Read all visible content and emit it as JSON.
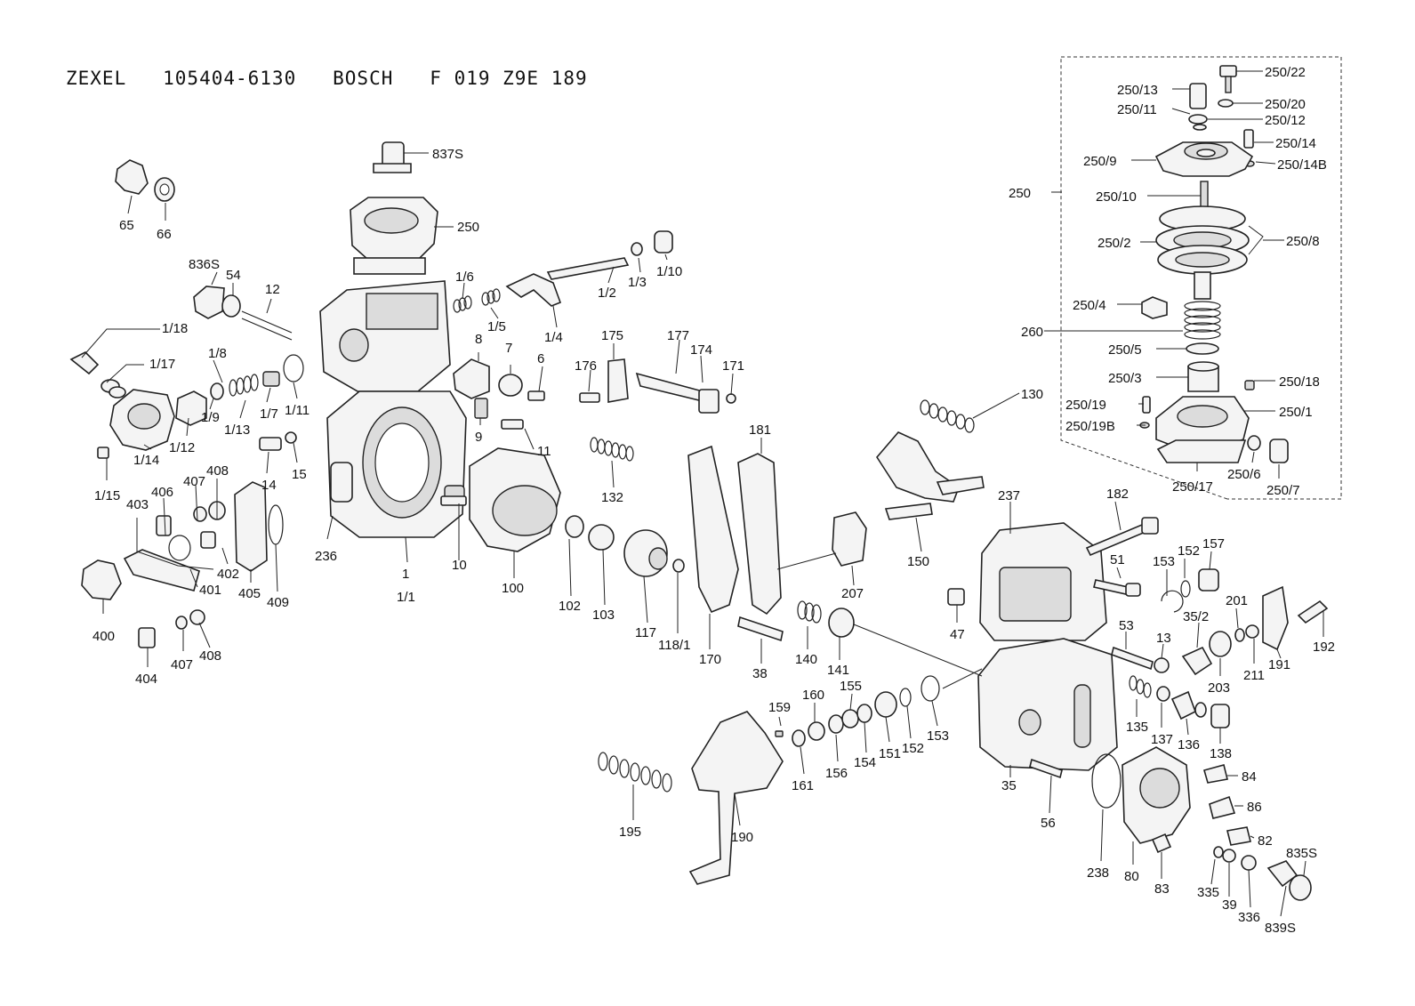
{
  "title": "ZEXEL   105404-6130   BOSCH   F 019 Z9E 189",
  "labels": {
    "l837S": "837S",
    "l250": "250",
    "l65": "65",
    "l66": "66",
    "l836S": "836S",
    "l54": "54",
    "l12": "12",
    "l1_18": "1/18",
    "l1_17": "1/17",
    "l1_8": "1/8",
    "l1_15": "1/15",
    "l1_14": "1/14",
    "l1_12": "1/12",
    "l1_9": "1/9",
    "l1_13": "1/13",
    "l1_7": "1/7",
    "l1_11": "1/11",
    "l15": "15",
    "l14": "14",
    "l406": "406",
    "l407a": "407",
    "l408a": "408",
    "l403": "403",
    "l401": "401",
    "l402": "402",
    "l405": "405",
    "l409": "409",
    "l400": "400",
    "l404": "404",
    "l407b": "407",
    "l408b": "408",
    "l236": "236",
    "l1": "1",
    "l1_1": "1/1",
    "l10": "10",
    "l8": "8",
    "l7": "7",
    "l6": "6",
    "l9": "9",
    "l11": "11",
    "l1_6": "1/6",
    "l1_5": "1/5",
    "l1_4": "1/4",
    "l1_2": "1/2",
    "l1_3": "1/3",
    "l1_10": "1/10",
    "l100": "100",
    "l102": "102",
    "l103": "103",
    "l117": "117",
    "l118_1": "118/1",
    "l170": "170",
    "l175": "175",
    "l176": "176",
    "l177": "177",
    "l174": "174",
    "l171": "171",
    "l132": "132",
    "l181": "181",
    "l207": "207",
    "l130": "130",
    "l150": "150",
    "l38": "38",
    "l140": "140",
    "l141": "141",
    "l159": "159",
    "l160": "160",
    "l155": "155",
    "l161": "161",
    "l156": "156",
    "l154": "154",
    "l151": "151",
    "l152a": "152",
    "l153a": "153",
    "l195": "195",
    "l190": "190",
    "l237": "237",
    "l182": "182",
    "l47": "47",
    "l51": "51",
    "l53": "53",
    "l13": "13",
    "l153b": "153",
    "l152b": "152",
    "l157": "157",
    "l35_2": "35/2",
    "l201": "201",
    "l192": "192",
    "l191": "191",
    "l203": "203",
    "l211": "211",
    "l135": "135",
    "l137": "137",
    "l136": "136",
    "l138": "138",
    "l35": "35",
    "l56": "56",
    "l84": "84",
    "l86": "86",
    "l82": "82",
    "l238": "238",
    "l80": "80",
    "l83": "83",
    "l335": "335",
    "l39": "39",
    "l336": "336",
    "l835S": "835S",
    "l839S": "839S",
    "l250_22": "250/22",
    "l250_13": "250/13",
    "l250_20": "250/20",
    "l250_11": "250/11",
    "l250_12": "250/12",
    "l250_14": "250/14",
    "l250_9": "250/9",
    "l250_14B": "250/14B",
    "l250b": "250",
    "l250_10": "250/10",
    "l250_2": "250/2",
    "l250_8": "250/8",
    "l250_4": "250/4",
    "l260": "260",
    "l250_5": "250/5",
    "l250_3": "250/3",
    "l250_18": "250/18",
    "l250_19": "250/19",
    "l250_1": "250/1",
    "l250_19B": "250/19B",
    "l250_6": "250/6",
    "l250_17": "250/17",
    "l250_7": "250/7"
  }
}
